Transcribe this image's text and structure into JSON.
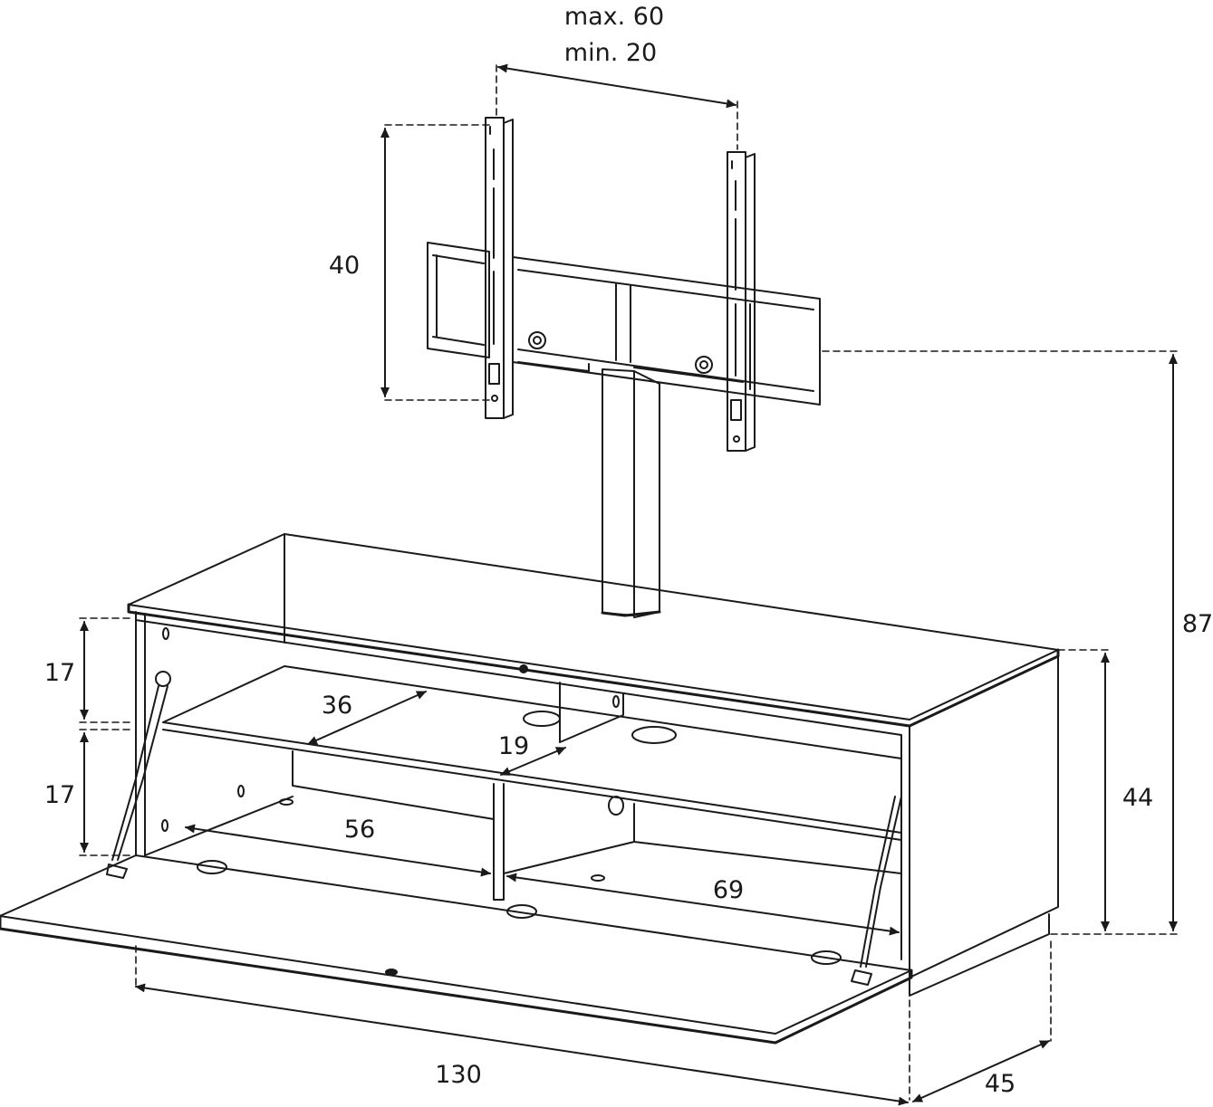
{
  "labels": {
    "bracket_max": "max. 60",
    "bracket_min": "min. 20",
    "bracket_height": "40",
    "total_height": "87",
    "cabinet_height": "44",
    "upper_compartment": "17",
    "lower_compartment": "17",
    "shelf_depth": "36",
    "divider_gap": "19",
    "left_width": "56",
    "right_width": "69",
    "total_width": "130",
    "depth": "45"
  },
  "colors": {
    "line": "#1a1a1a",
    "background": "#ffffff"
  }
}
